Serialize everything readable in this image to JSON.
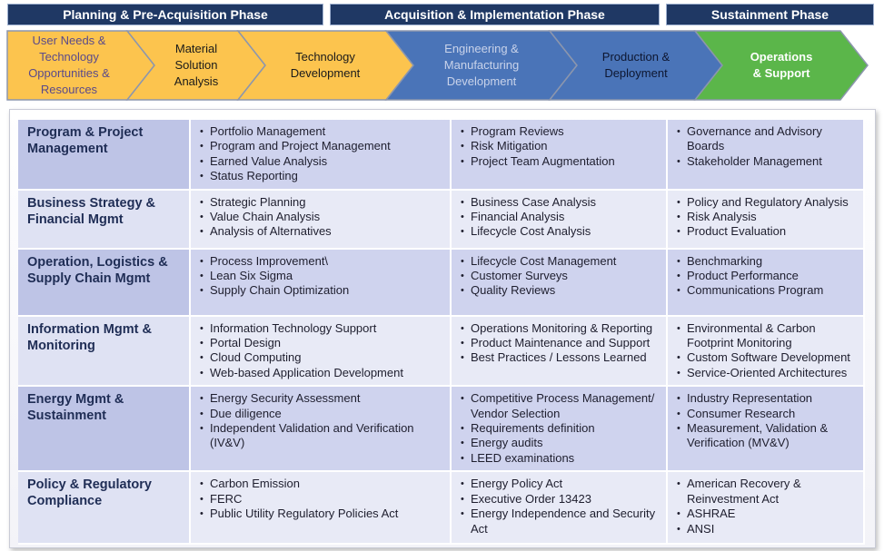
{
  "phases": [
    {
      "label": "Planning & Pre-Acquisition  Phase"
    },
    {
      "label": "Acquisition  & Implementation Phase"
    },
    {
      "label": "Sustainment Phase"
    }
  ],
  "stages": [
    {
      "label": "User Needs &\nTechnology\nOpportunities &\nResources",
      "fill": "#fcc44e",
      "text_color": "#5a4a8a"
    },
    {
      "label": "Material\nSolution\nAnalysis",
      "fill": "#fcc44e",
      "text_color": "#1a1a1a"
    },
    {
      "label": "Technology\nDevelopment",
      "fill": "#fcc44e",
      "text_color": "#1a1a1a"
    },
    {
      "label": "Engineering &\nManufacturing\nDevelopment",
      "fill": "#4a74b8",
      "text_color": "#c9d3ea"
    },
    {
      "label": "Production &\nDeployment",
      "fill": "#4a74b8",
      "text_color": "#0d1630"
    },
    {
      "label": "Operations\n& Support",
      "fill": "#5bb64a",
      "text_color": "#ffffff"
    }
  ],
  "rows": [
    {
      "category": "Program & Project Management",
      "col1": [
        "Portfolio Management",
        "Program and Project Management",
        "Earned Value Analysis",
        "Status Reporting"
      ],
      "col2": [
        "Program Reviews",
        "Risk Mitigation",
        "Project Team Augmentation"
      ],
      "col3": [
        "Governance and Advisory Boards",
        "Stakeholder Management"
      ]
    },
    {
      "category": "Business Strategy & Financial Mgmt",
      "col1": [
        "Strategic Planning",
        "Value Chain Analysis",
        "Analysis of Alternatives"
      ],
      "col2": [
        "Business Case Analysis",
        "Financial Analysis",
        "Lifecycle Cost Analysis"
      ],
      "col3": [
        "Policy and Regulatory Analysis",
        "Risk Analysis",
        "Product Evaluation"
      ]
    },
    {
      "category": "Operation, Logistics & Supply Chain Mgmt",
      "col1": [
        "Process Improvement\\",
        "Lean Six Sigma",
        "Supply Chain Optimization"
      ],
      "col2": [
        "Lifecycle Cost Management",
        "Customer Surveys",
        "Quality Reviews"
      ],
      "col3": [
        "Benchmarking",
        "Product Performance",
        "Communications Program"
      ]
    },
    {
      "category": "Information Mgmt & Monitoring",
      "col1": [
        "Information Technology Support",
        "Portal Design",
        "Cloud Computing",
        "Web-based Application Development"
      ],
      "col2": [
        "Operations Monitoring & Reporting",
        "Product Maintenance and Support",
        "Best Practices / Lessons Learned"
      ],
      "col3": [
        "Environmental & Carbon Footprint Monitoring",
        "Custom Software Development",
        "Service-Oriented Architectures"
      ]
    },
    {
      "category": "Energy Mgmt & Sustainment",
      "col1": [
        "Energy Security Assessment",
        "Due diligence",
        "Independent Validation and Verification (IV&V)"
      ],
      "col2": [
        "Competitive Process Management/ Vendor Selection",
        "Requirements definition",
        "Energy audits",
        "LEED examinations"
      ],
      "col3": [
        "Industry Representation",
        "Consumer Research",
        "Measurement,  Validation & Verification (MV&V)"
      ]
    },
    {
      "category": "Policy & Regulatory Compliance",
      "col1": [
        "Carbon Emission",
        "FERC",
        "Public Utility Regulatory Policies Act"
      ],
      "col2": [
        "Energy Policy Act",
        "Executive Order 13423",
        "Energy Independence and Security Act"
      ],
      "col3": [
        "American Recovery & Reinvestment Act",
        "ASHRAE",
        "ANSI"
      ]
    }
  ]
}
